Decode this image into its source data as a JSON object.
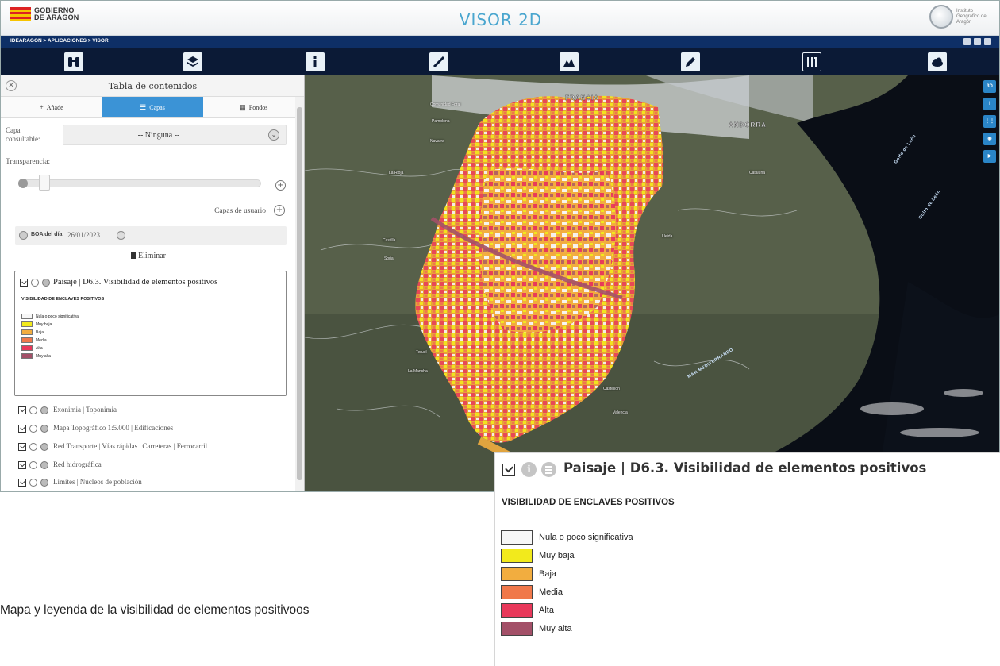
{
  "header": {
    "logo_text_line1": "GOBIERNO",
    "logo_text_line2": "DE ARAGON",
    "title": "VISOR 2D",
    "ign_text": "Instituto Geográfico de Aragón"
  },
  "breadcrumb": "IDEARAGON > APLICACIONES > VISOR",
  "toolbar": {
    "icons": [
      "binoculars-icon",
      "layers-icon",
      "info-icon",
      "measure-icon",
      "profile-icon",
      "draw-icon",
      "route-icon",
      "weather-icon"
    ]
  },
  "sidebar": {
    "title": "Tabla de contenidos",
    "tabs": [
      {
        "label": "Añade",
        "icon": "+"
      },
      {
        "label": "Capas",
        "icon": "☰"
      },
      {
        "label": "Fondos",
        "icon": "▦"
      }
    ],
    "consult_label": "Capa consultable:",
    "consult_value": "-- Ninguna --",
    "transparency_label": "Transparencia:",
    "transparency_value": 0.05,
    "user_layers_label": "Capas de usuario",
    "boa_prefix": "BOA del día",
    "boa_date": "26/01/2023",
    "delete_label": "Eliminar",
    "active_layer": {
      "title": "Paisaje | D6.3. Visibilidad de elementos positivos",
      "legend_title": "VISIBILIDAD DE ENCLAVES POSITIVOS",
      "items": [
        {
          "label": "Nula o poco significativa",
          "color": "#f7f7f7"
        },
        {
          "label": "Muy baja",
          "color": "#f2ea1c"
        },
        {
          "label": "Baja",
          "color": "#f2ad3f"
        },
        {
          "label": "Media",
          "color": "#f0784a"
        },
        {
          "label": "Alta",
          "color": "#e8385a"
        },
        {
          "label": "Muy alta",
          "color": "#a35068"
        }
      ]
    },
    "layers": [
      "Exonimia | Toponimia",
      "Mapa Topográfico 1:5.000 | Edificaciones",
      "Red Transporte | Vías rápidas | Carreteras | Ferrocarril",
      "Red hidrográfica",
      "Límites | Núcleos de población"
    ]
  },
  "map": {
    "controls": [
      "3D",
      "i",
      "⋮⋮",
      "◉",
      "▶"
    ],
    "country_labels": [
      "FRANCIA",
      "ANDORRA"
    ],
    "sea_labels": [
      "MAR MEDITERRÁNEO",
      "Golfo de León",
      "Golfo de León"
    ],
    "place_labels": [
      "Comunidad Foral",
      "Pamplona",
      "Navarra",
      "La Rioja",
      "Castilla",
      "Soria",
      "Teruel",
      "Castellón",
      "Valencia",
      "Lleida",
      "La Mancha",
      "Cataluña"
    ]
  },
  "legend_zoom": {
    "title": "Paisaje | D6.3. Visibilidad de elementos positivos",
    "subtitle": "VISIBILIDAD DE ENCLAVES POSITIVOS",
    "items": [
      {
        "label": "Nula o poco significativa",
        "color": "#f7f7f7"
      },
      {
        "label": "Muy baja",
        "color": "#f2ea1c"
      },
      {
        "label": "Baja",
        "color": "#f2ad3f"
      },
      {
        "label": "Media",
        "color": "#f0784a"
      },
      {
        "label": "Alta",
        "color": "#e8385a"
      },
      {
        "label": "Muy alta",
        "color": "#a35068"
      }
    ]
  },
  "caption": "Mapa y leyenda de la visibilidad de elementos positivoos"
}
